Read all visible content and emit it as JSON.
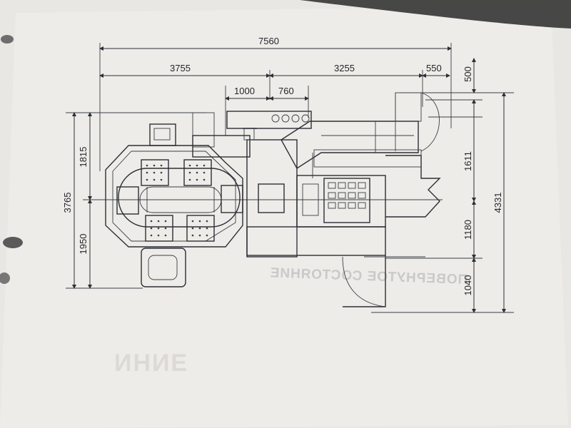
{
  "dimensions": {
    "total_width": "7560",
    "left_width": "3755",
    "middle_width": "3255",
    "right_width": "550",
    "inner_a": "1000",
    "inner_b": "760",
    "left_upper": "1815",
    "left_total": "3765",
    "left_lower": "1950",
    "right_top": "500",
    "right_mid": "1611",
    "right_total": "4331",
    "right_lower_a": "1180",
    "right_lower_b": "1040"
  },
  "ghost_text": {
    "mirrored_line": "ПОВЕРНУТОЕ СОСТОЯНИЕ"
  },
  "colors": {
    "paper": "#eeece8",
    "ink": "#2b2f36"
  }
}
